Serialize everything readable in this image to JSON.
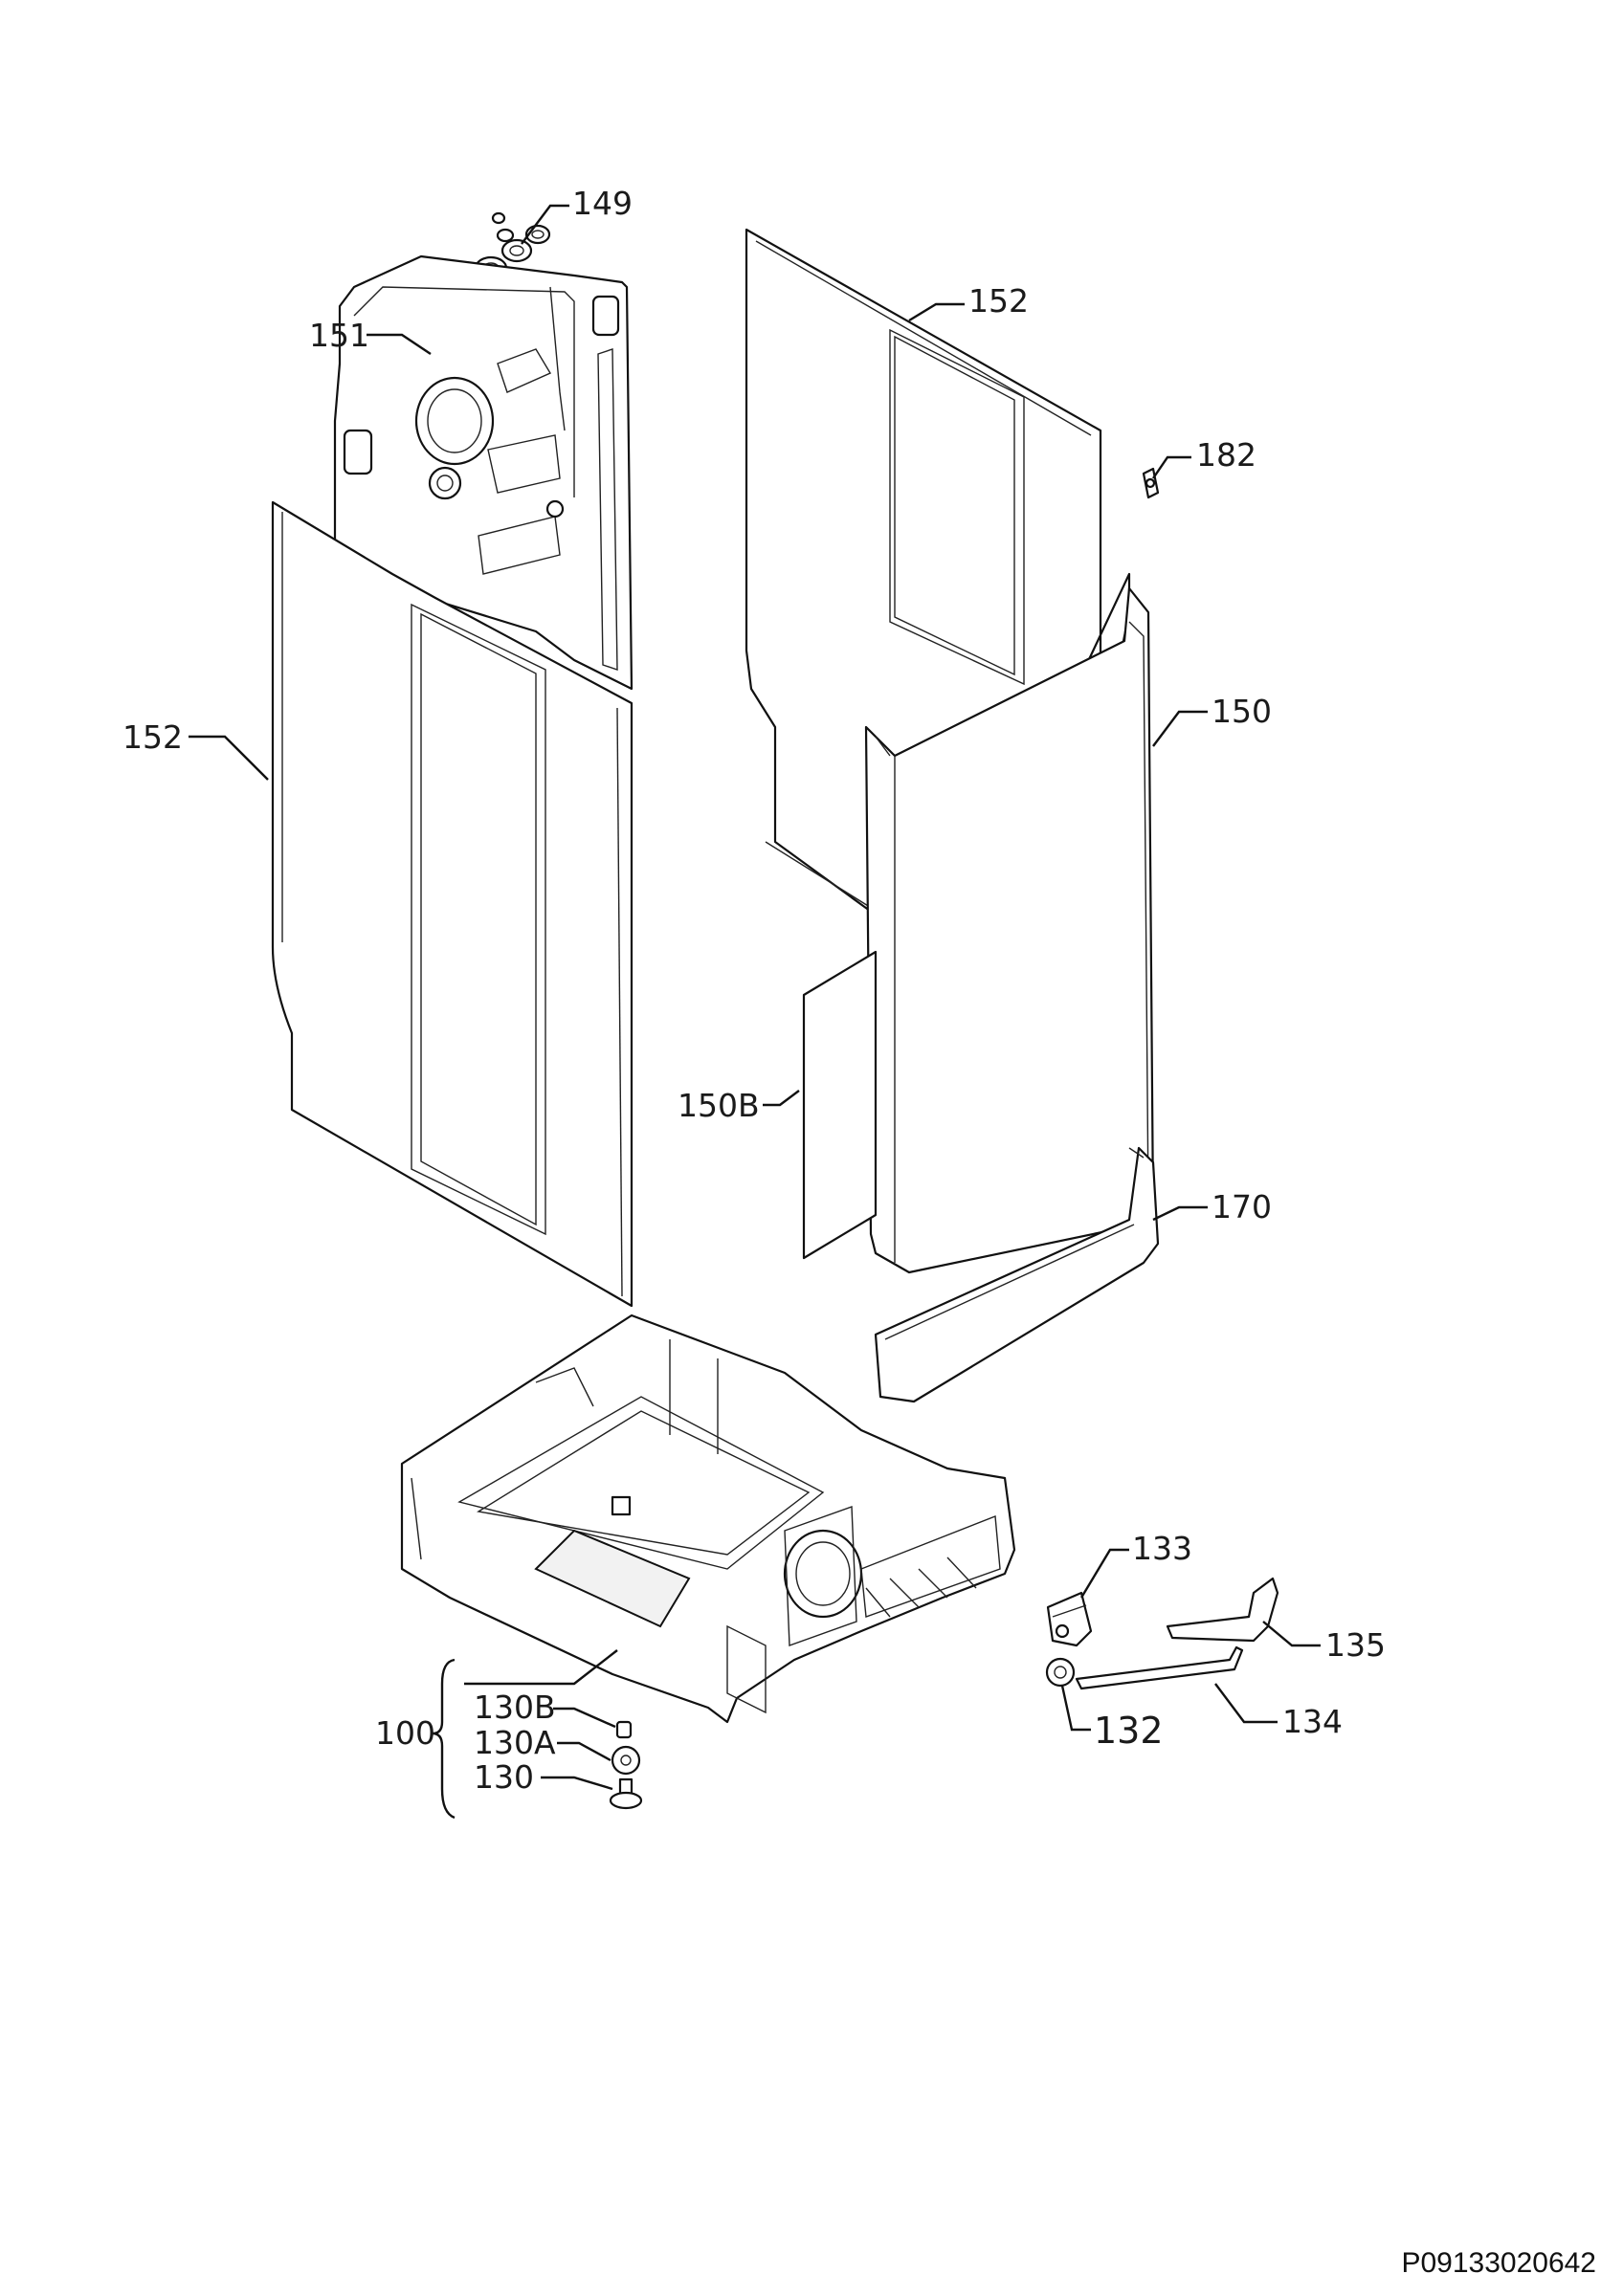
{
  "labels": {
    "l149": "149",
    "l151": "151",
    "l152_right": "152",
    "l182": "182",
    "l152_left": "152",
    "l150": "150",
    "l150b": "150B",
    "l170": "170",
    "l133": "133",
    "l135": "135",
    "l100": "100",
    "l130b": "130B",
    "l130a": "130A",
    "l130": "130",
    "l132": "132",
    "l134": "134"
  },
  "document_id": "P09133020642"
}
